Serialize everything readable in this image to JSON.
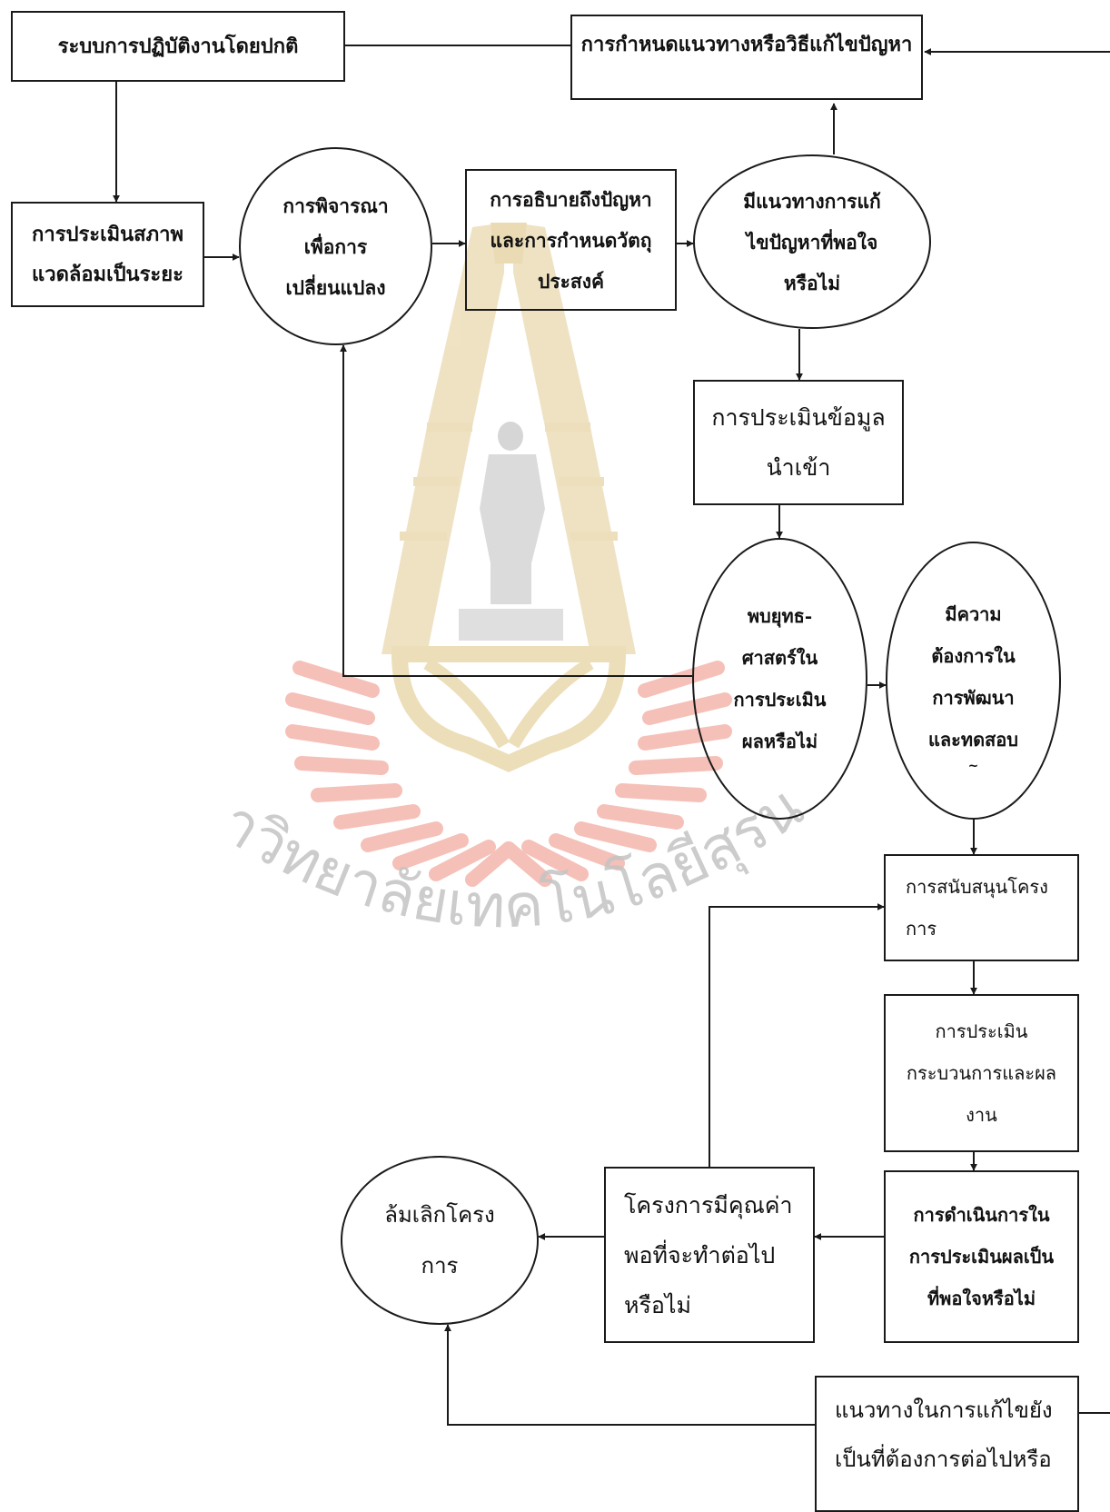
{
  "nodes": {
    "normal_operation": {
      "lines": [
        "ระบบการปฏิบัติงานโดยปกติ"
      ]
    },
    "define_solution": {
      "lines": [
        "การกำหนดแนวทางหรือวิธีแก้ไขปัญหา"
      ]
    },
    "environment_assessment": {
      "lines": [
        "การประเมินสภาพ",
        "แวดล้อมเป็นระยะ"
      ]
    },
    "consider_change": {
      "lines": [
        "การพิจารณา",
        "เพื่อการ",
        "เปลี่ยนแปลง"
      ]
    },
    "describe_problem": {
      "lines": [
        "การอธิบายถึงปัญหา",
        "และการกำหนดวัตถุ",
        "ประสงค์"
      ]
    },
    "satisfactory_solution": {
      "lines": [
        "มีแนวทางการแก้",
        "ไขปัญหาที่พอใจ",
        "หรือไม่"
      ]
    },
    "input_evaluation": {
      "lines": [
        "การประเมินข้อมูล",
        "นำเข้า"
      ]
    },
    "strategy_found": {
      "lines": [
        "พบยุทธ-",
        "ศาสตร์ใน",
        "การประเมิน",
        "ผลหรือไม่"
      ]
    },
    "need_dev_test": {
      "lines": [
        "มีความ",
        "ต้องการใน",
        "การพัฒนา",
        "และทดสอบ",
        "~"
      ]
    },
    "project_support": {
      "lines": [
        "การสนับสนุนโครง",
        "การ"
      ]
    },
    "process_output_eval": {
      "lines": [
        "การประเมิน",
        "กระบวนการและผล",
        "งาน"
      ]
    },
    "eval_satisfactory": {
      "lines": [
        "การดำเนินการใน",
        "การประเมินผลเป็น",
        "ที่พอใจหรือไม่"
      ]
    },
    "project_worth": {
      "lines": [
        "โครงการมีคุณค่า",
        "พอที่จะทำต่อไป",
        "หรือไม่"
      ]
    },
    "cancel_project": {
      "lines": [
        "ล้มเลิกโครง",
        "การ"
      ]
    },
    "solution_still_needed": {
      "lines": [
        "แนวทางในการแก้ไขยัง",
        "เป็นที่ต้องการต่อไปหรือ"
      ]
    }
  },
  "watermark": {
    "text": "มหาวิทยาลัยเทคโนโลยีสุรนารี",
    "colors": {
      "tower": "#e8d9b5",
      "figure": "#c8c8c8",
      "rays": "#f4b5ad",
      "text": "#bdbdbd"
    }
  },
  "colors": {
    "stroke": "#1a1a1a",
    "text": "#111111"
  }
}
